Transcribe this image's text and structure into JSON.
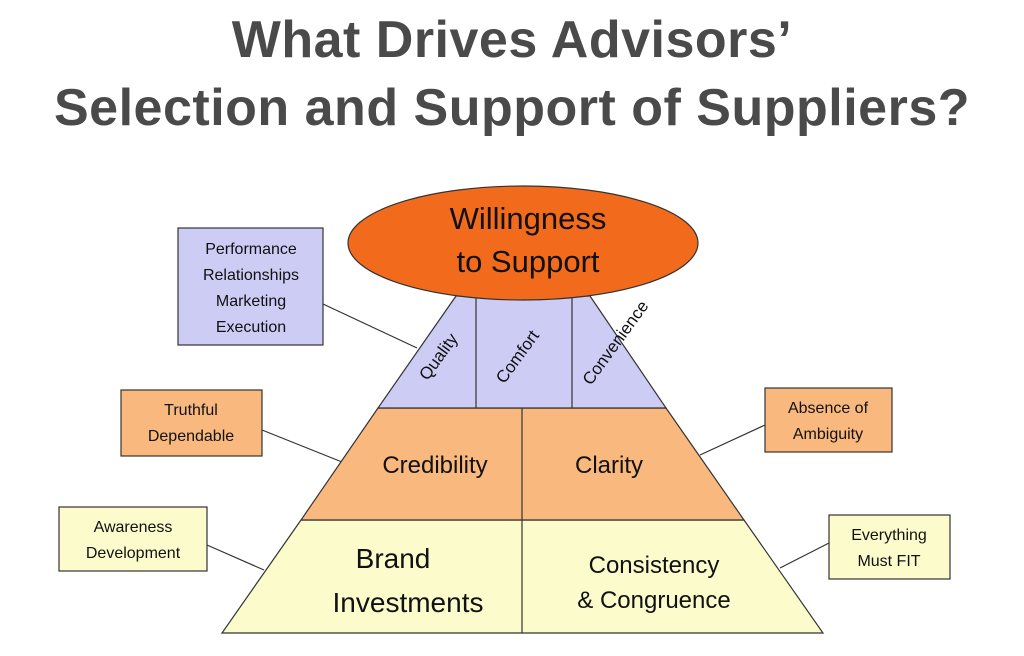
{
  "title": {
    "line1": "What Drives Advisors’",
    "line2": "Selection and Support of Suppliers?"
  },
  "apex": {
    "line1": "Willingness",
    "line2": "to Support"
  },
  "tier_top": {
    "cells": [
      "Quality",
      "Comfort",
      "Convenience"
    ],
    "note": [
      "Performance",
      "Relationships",
      "Marketing",
      "Execution"
    ]
  },
  "tier_middle": {
    "left": "Credibility",
    "right": "Clarity",
    "note_left": [
      "Truthful",
      "Dependable"
    ],
    "note_right": [
      "Absence of",
      "Ambiguity"
    ]
  },
  "tier_bottom": {
    "left": [
      "Brand",
      "Investments"
    ],
    "right": [
      "Consistency",
      "& Congruence"
    ],
    "note_left": [
      "Awareness",
      "Development"
    ],
    "note_right": [
      "Everything",
      "Must FIT"
    ]
  },
  "colors": {
    "apex": "#f26b1d",
    "top_tier": "#ccccf5",
    "middle_tier": "#f9b97e",
    "bottom_tier": "#fbfbcb",
    "note_top": "#ccccf5",
    "note_middle": "#f9b97e",
    "note_bottom": "#fbfbcb",
    "stroke": "#333333",
    "title": "#4a4a4a"
  }
}
